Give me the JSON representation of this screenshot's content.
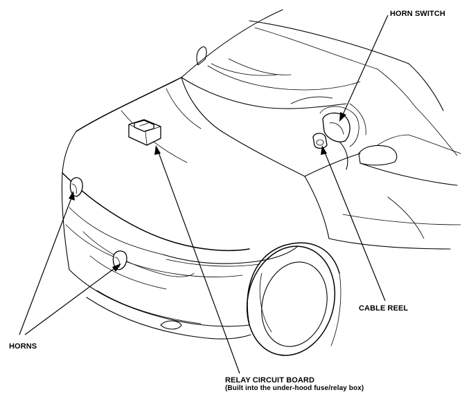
{
  "labels": {
    "horn_switch": "HORN SWITCH",
    "cable_reel": "CABLE REEL",
    "horns": "HORNS",
    "relay_circuit_board": "RELAY CIRCUIT BOARD",
    "relay_circuit_board_note": "(Built into the under-hood fuse/relay box)"
  },
  "icons": [
    "horn-part-icon",
    "relay-box-icon",
    "horn-switch-icon",
    "cable-reel-icon"
  ],
  "colors": {
    "ink": "#000000",
    "paper": "#ffffff"
  }
}
